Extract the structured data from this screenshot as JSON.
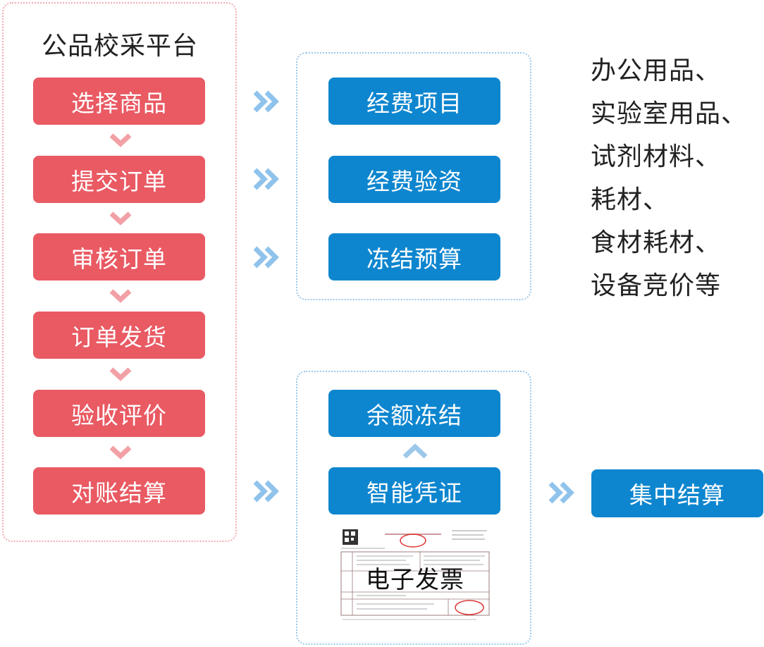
{
  "platform_title": "公品校采平台",
  "flow_steps": [
    "选择商品",
    "提交订单",
    "审核订单",
    "订单发货",
    "验收评价",
    "对账结算"
  ],
  "budget_steps": [
    "经费项目",
    "经费验资",
    "冻结预算"
  ],
  "voucher_steps": [
    "余额冻结",
    "智能凭证"
  ],
  "settlement": "集中结算",
  "invoice_label": "电子发票",
  "categories": [
    "办公用品、",
    "实验室用品、",
    "试剂材料、",
    "耗材、",
    "食材耗材、",
    "设备竞价等"
  ],
  "colors": {
    "flow": "#e95a63",
    "budget": "#0e86cf",
    "arrow_double": "#8fc3ec",
    "arrow_down": "#f2a0a6",
    "arrow_up": "#9cc8ea"
  },
  "icons": {
    "double_arrow": "double-chevron-right-icon",
    "down_arrow": "chevron-down-icon",
    "up_arrow": "chevron-up-icon"
  }
}
